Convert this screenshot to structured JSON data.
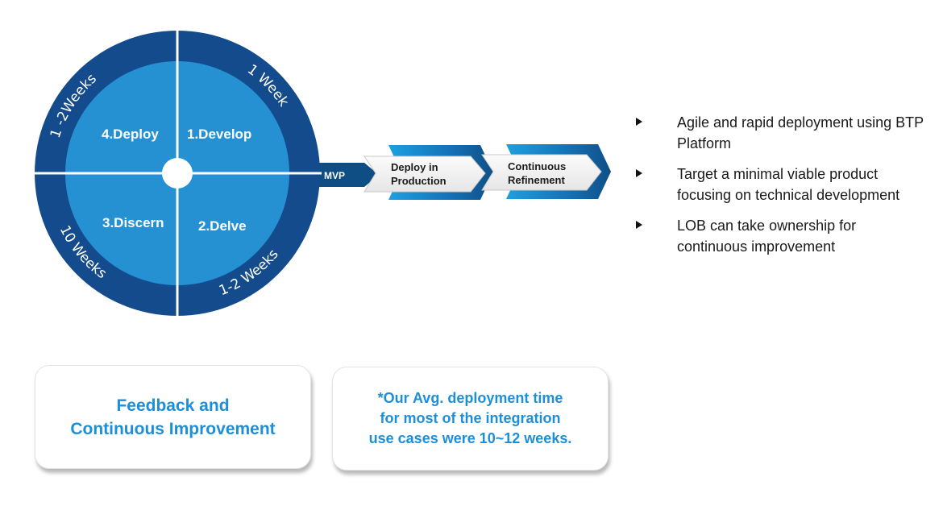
{
  "cycle": {
    "ring_color": "#134b8d",
    "inner_color": "#2591d3",
    "phases": [
      {
        "label": "1.Develop",
        "duration": "1 Week"
      },
      {
        "label": "2.Delve",
        "duration": "1-2 Weeks"
      },
      {
        "label": "3.Discern",
        "duration": "10 Weeks"
      },
      {
        "label": "4.Deploy",
        "duration": "1 -2Weeks"
      }
    ]
  },
  "flow": {
    "mvp_label": "MVP",
    "steps": [
      {
        "line1": "Deploy in",
        "line2": "Production"
      },
      {
        "line1": "Continuous",
        "line2": "Refinement"
      }
    ]
  },
  "bullets": [
    {
      "text": "Agile and rapid deployment using BTP Platform"
    },
    {
      "text": "Target a minimal viable product focusing on technical development"
    },
    {
      "text": "LOB can take ownership for continuous improvement"
    }
  ],
  "cards": {
    "feedback": {
      "line1": "Feedback and",
      "line2": "Continuous Improvement"
    },
    "note": {
      "line1": "*Our Avg. deployment time",
      "line2": "for most of the integration",
      "line3": "use cases were 10~12 weeks."
    }
  }
}
